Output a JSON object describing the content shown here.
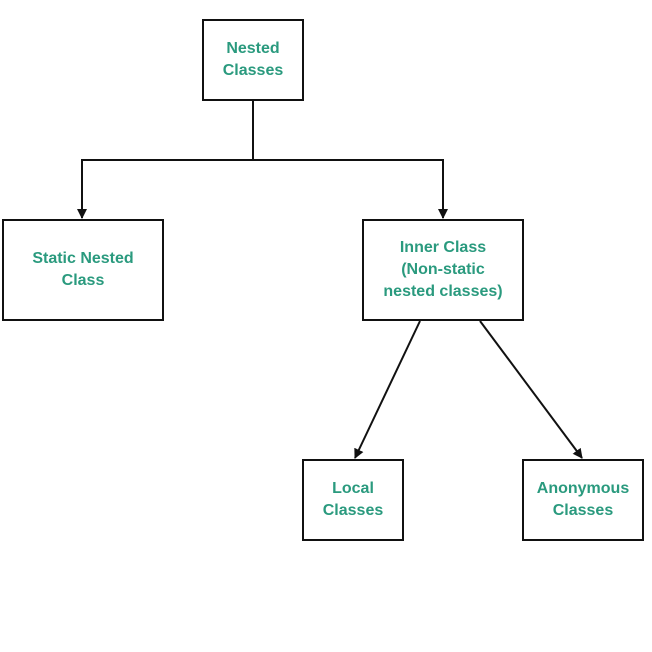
{
  "diagram": {
    "line_color": "#111111",
    "text_color": "#2a9a7e",
    "nodes": {
      "nested_classes": "Nested\nClasses",
      "static_nested_class": "Static Nested\nClass",
      "inner_class": "Inner Class\n(Non-static\nnested classes)",
      "local_classes": "Local\nClasses",
      "anonymous_classes": "Anonymous\nClasses"
    }
  }
}
